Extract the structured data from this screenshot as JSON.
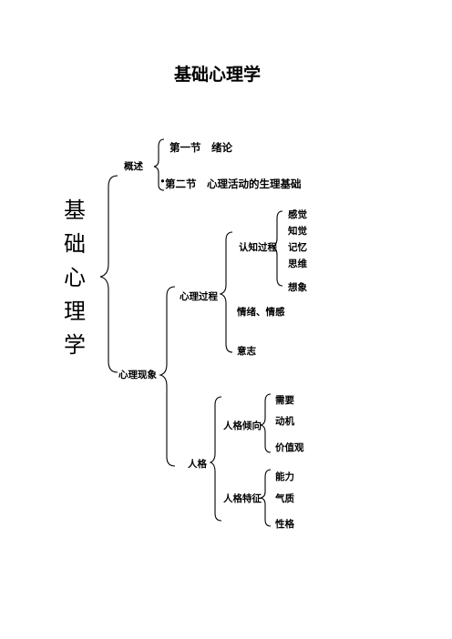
{
  "title": "基础心理学",
  "root_label": [
    "基",
    "础",
    "心",
    "理",
    "学"
  ],
  "branches": {
    "overview": {
      "label": "概述",
      "sections": [
        "第一节　绪论",
        "第二节　心理活动的生理基础"
      ],
      "bullet": "•"
    },
    "phenomena": {
      "label": "心理现象",
      "process": {
        "label": "心理过程",
        "cognition": {
          "label": "认知过程",
          "items": [
            "感觉",
            "知觉",
            "记忆",
            "思维",
            "想象"
          ]
        },
        "emotion": "情绪、情感",
        "will": "意志"
      },
      "personality": {
        "label": "人格",
        "tendency": {
          "label": "人格倾向",
          "items": [
            "需要",
            "动机",
            "价值观"
          ]
        },
        "traits": {
          "label": "人格特征",
          "items": [
            "能力",
            "气质",
            "性格"
          ]
        }
      }
    }
  }
}
